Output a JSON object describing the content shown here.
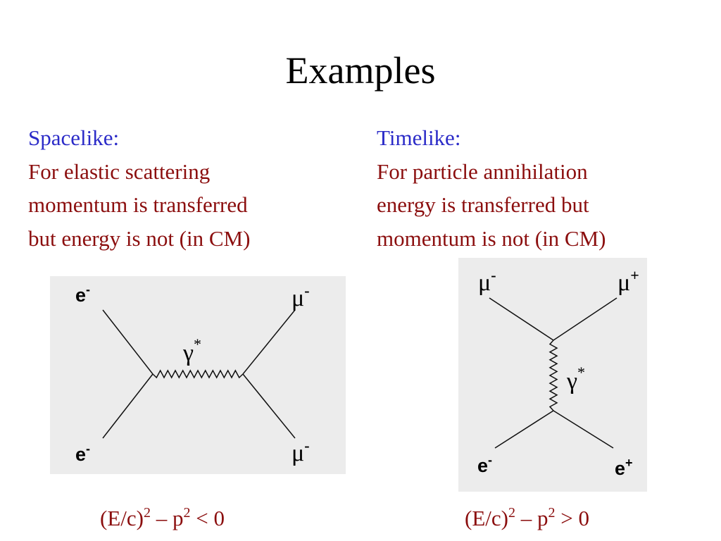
{
  "slide": {
    "title": "Examples"
  },
  "spacelike": {
    "heading": "Spacelike:",
    "lines": [
      "For elastic scattering",
      "momentum is transferred",
      "but energy is not (in CM)"
    ],
    "diagram": {
      "top_left": {
        "base": "e",
        "sup": "-"
      },
      "top_right": {
        "base": "μ",
        "sup": "-"
      },
      "bottom_left": {
        "base": "e",
        "sup": "-"
      },
      "bottom_right": {
        "base": "μ",
        "sup": "-"
      },
      "boson": {
        "base": "γ",
        "sup": "*"
      }
    },
    "formula": {
      "p1": "(E/c)",
      "sup1": "2",
      "p2": " – p",
      "sup2": "2",
      "p3": " < 0"
    }
  },
  "timelike": {
    "heading": "Timelike:",
    "lines": [
      "For particle annihilation",
      "energy is transferred but",
      "momentum is not (in CM)"
    ],
    "diagram": {
      "top_left": {
        "base": "μ",
        "sup": "-"
      },
      "top_right": {
        "base": "μ",
        "sup": "+"
      },
      "bottom_left": {
        "base": "e",
        "sup": "-"
      },
      "bottom_right": {
        "base": "e",
        "sup": "+"
      },
      "boson": {
        "base": "γ",
        "sup": "*"
      }
    },
    "formula": {
      "p1": "(E/c)",
      "sup1": "2",
      "p2": " – p",
      "sup2": "2",
      "p3": " > 0"
    }
  },
  "colors": {
    "heading": "#2b2bc8",
    "body_text": "#8b0e0e",
    "diagram_bg": "#ececec",
    "line": "#111111"
  }
}
